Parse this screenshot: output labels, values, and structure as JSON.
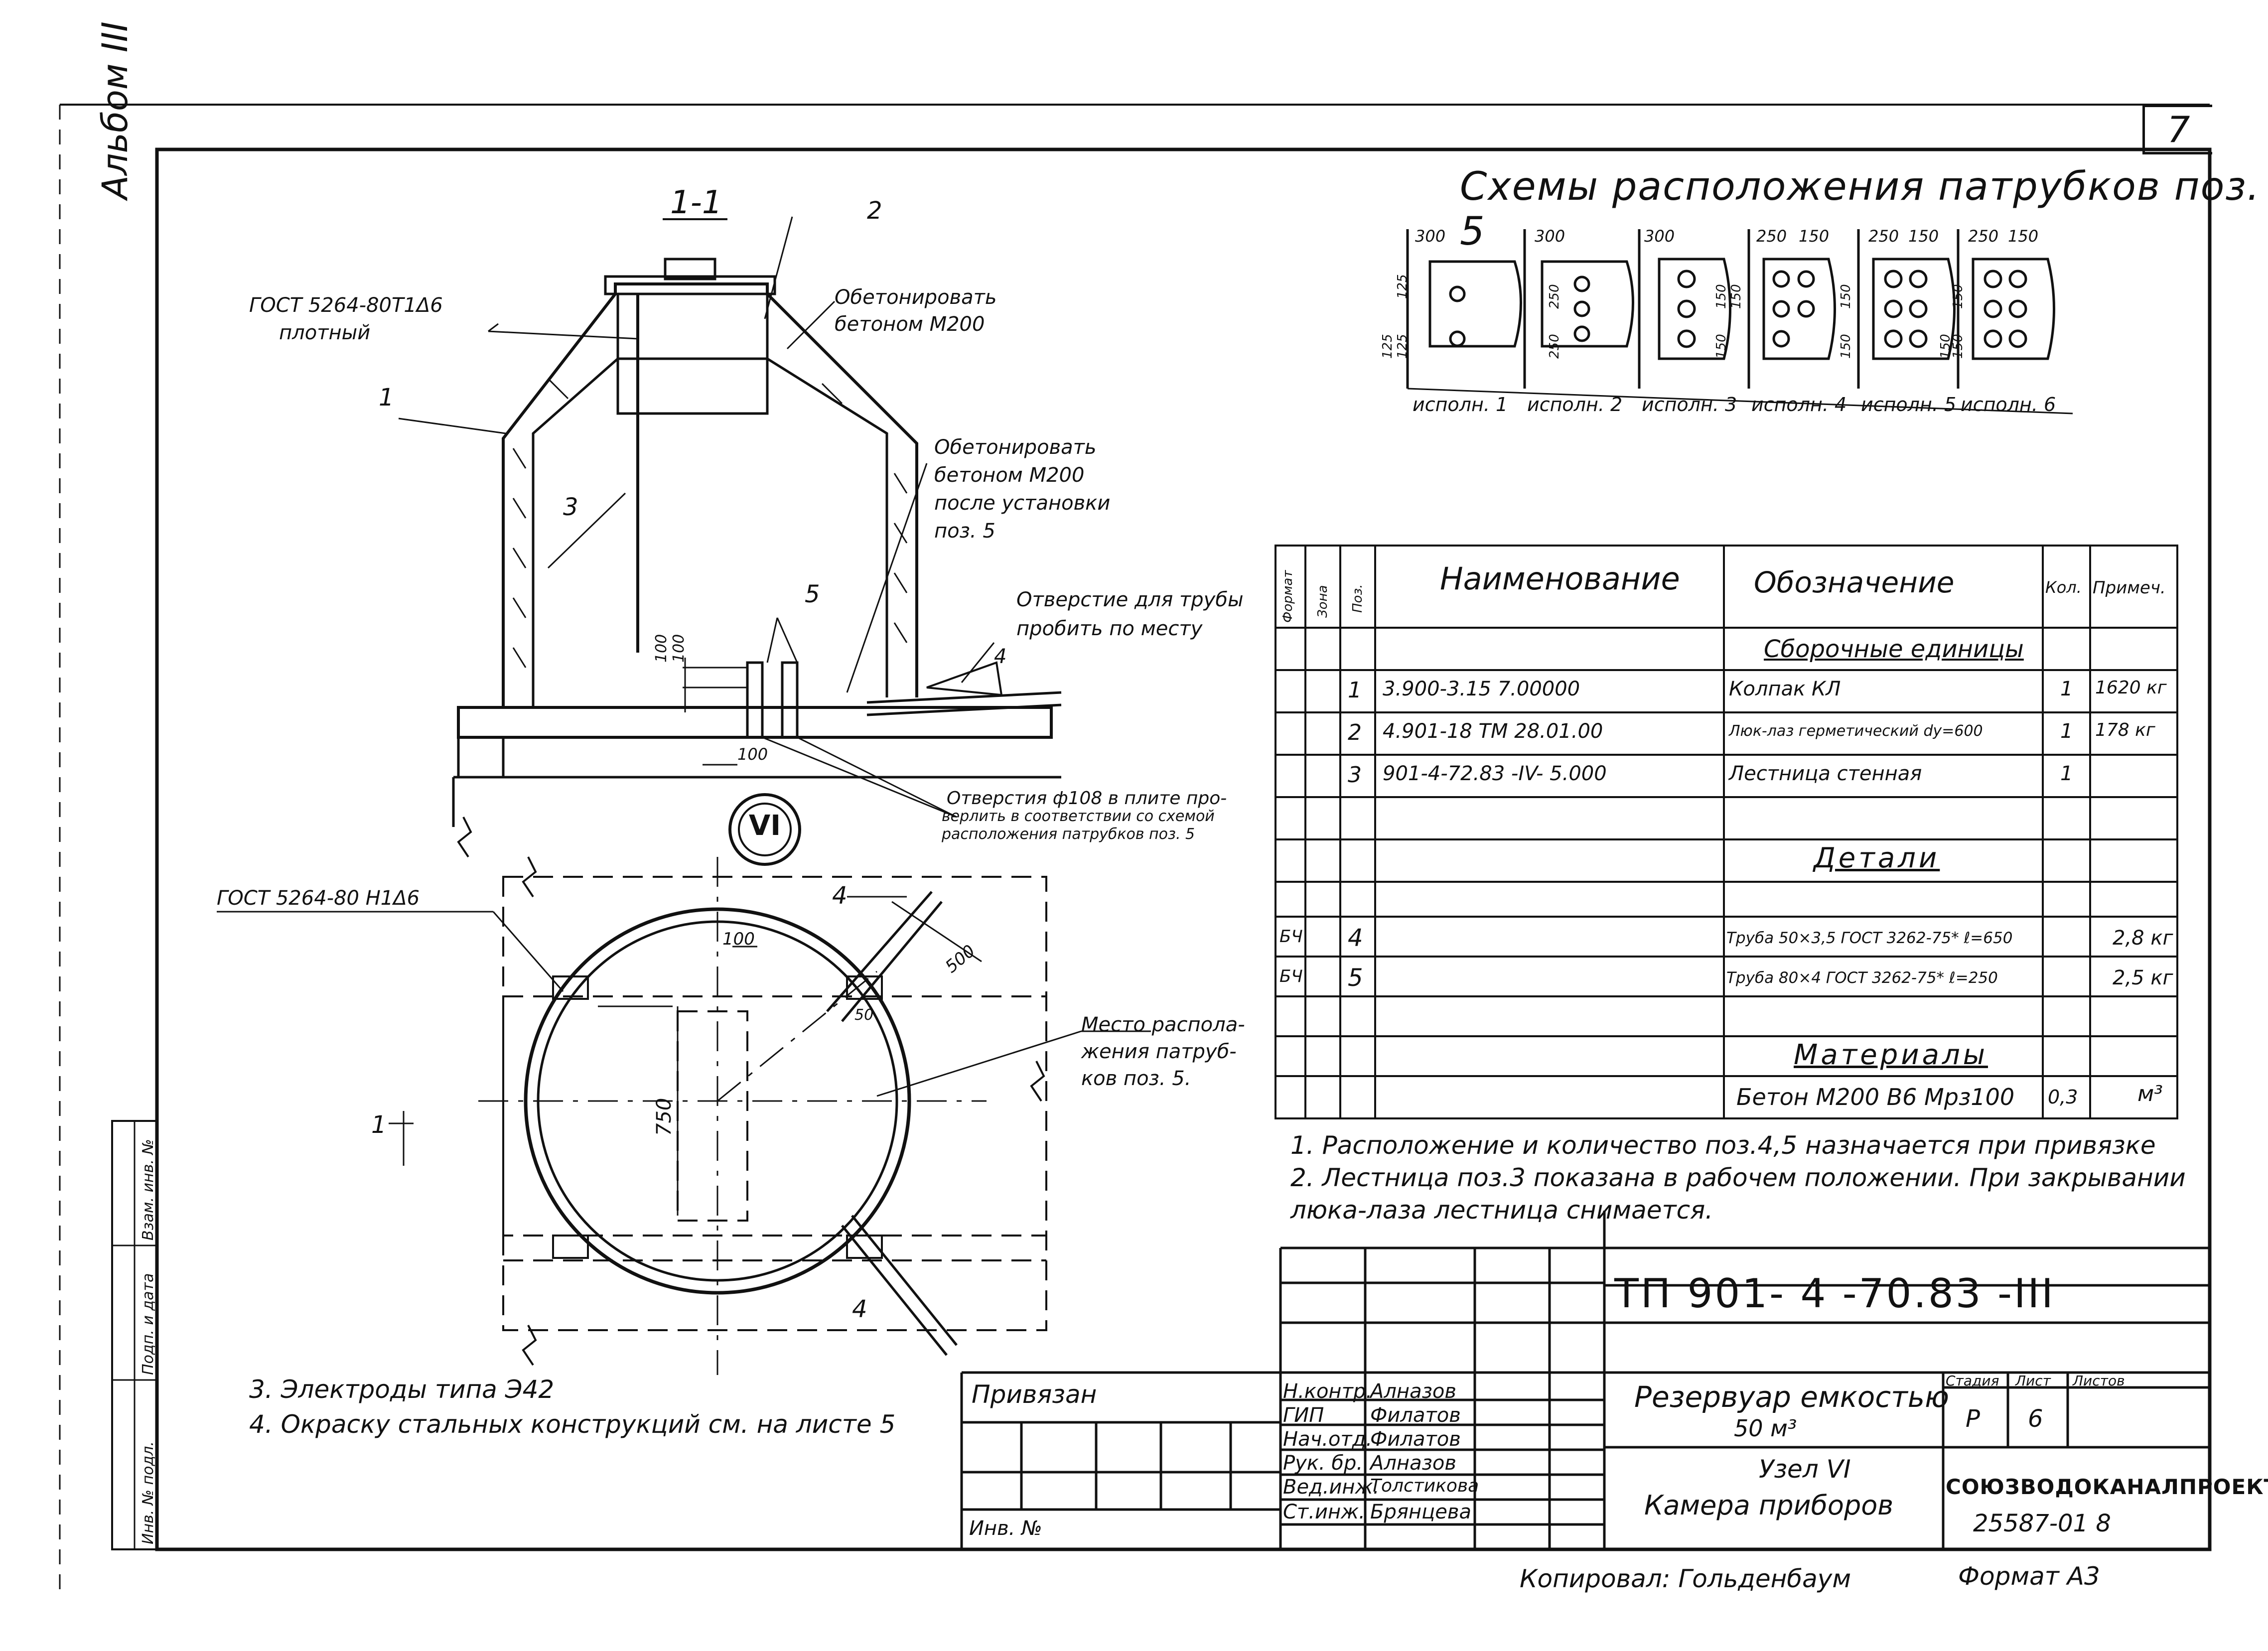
{
  "sheet_number": "7",
  "album_label": "Альбом III",
  "section": {
    "title": "1-1",
    "callouts": {
      "c1": "1",
      "c2": "2",
      "c3": "3",
      "c5": "5",
      "c4": "4"
    },
    "gost_weld_1": "ГОСТ 5264-80Т1Δ6",
    "gost_weld_1_sub": "плотный",
    "concrete_note_1": [
      "Обетонировать",
      "бетоном М200"
    ],
    "concrete_note_2": [
      "Обетонировать",
      "бетоном М200",
      "после установки",
      "поз. 5"
    ],
    "hole_note": [
      "Отверстие для трубы",
      "пробить по месту"
    ],
    "dims": {
      "d1": "100",
      "d2": "100",
      "d3": "100"
    },
    "drill_note": [
      "Отверстия ф108 в плите про-",
      "верлить в соответствии со схемой",
      "расположения патрубков поз. 5"
    ],
    "node_mark": "VI"
  },
  "plan": {
    "gost_weld_2": "ГОСТ 5264-80 Н1Δ6",
    "section_arrow": "1",
    "place_note": [
      "Место распола-",
      "жения патруб-",
      "ков поз. 5."
    ],
    "dims": {
      "d100": "100",
      "d500": "500",
      "d50": "50",
      "d750": "750"
    },
    "callout4a": "4",
    "callout4b": "4"
  },
  "schemes": {
    "title": "Схемы расположения патрубков поз. 5",
    "variants": [
      {
        "label": "исполн. 1",
        "dims": [
          "300",
          "125",
          "125",
          "125"
        ]
      },
      {
        "label": "исполн. 2",
        "dims": [
          "300",
          "250",
          "250"
        ]
      },
      {
        "label": "исполн. 3",
        "dims": [
          "300",
          "150",
          "150",
          "150"
        ]
      },
      {
        "label": "исполн. 4",
        "dims": [
          "250",
          "150",
          "150",
          "150"
        ]
      },
      {
        "label": "исполн. 5",
        "dims": [
          "250",
          "150",
          "150",
          "150",
          "150"
        ]
      },
      {
        "label": "исполн. 6",
        "dims": [
          "250",
          "150"
        ]
      }
    ]
  },
  "spec": {
    "headers": {
      "format": "Формат",
      "zone": "Зона",
      "pos": "Поз.",
      "name": "Наименование",
      "designation": "Обозначение",
      "qty": "Кол.",
      "note": "Примеч."
    },
    "sections": {
      "assemblies": "Сборочные единицы",
      "details": "Детали",
      "materials": "Материалы"
    },
    "rows": [
      {
        "format": "",
        "pos": "1",
        "name": "3.900-3.15  7.00000",
        "designation": "Колпак КЛ",
        "qty": "1",
        "note": "1620 кг"
      },
      {
        "format": "",
        "pos": "2",
        "name": "4.901-18      ТМ 28.01.00",
        "designation": "Люк-лаз герметический dy=600",
        "qty": "1",
        "note": "178 кг"
      },
      {
        "format": "",
        "pos": "3",
        "name": "901-4-72.83 -IV- 5.000",
        "designation": "Лестница  стенная",
        "qty": "1",
        "note": ""
      },
      {
        "format": "БЧ",
        "pos": "4",
        "name": "",
        "designation": "Труба 50×3,5 ГОСТ 3262-75* ℓ=650",
        "qty": "",
        "note": "2,8 кг"
      },
      {
        "format": "БЧ",
        "pos": "5",
        "name": "",
        "designation": "Труба 80×4 ГОСТ 3262-75* ℓ=250",
        "qty": "",
        "note": "2,5 кг"
      },
      {
        "format": "",
        "pos": "",
        "name": "",
        "designation": "Бетон М200 В6 Мрз100",
        "qty": "0,3",
        "note": "м³"
      }
    ]
  },
  "notes_right": [
    "1. Расположение и количество  поз.4,5 назначается при привязке",
    "2. Лестница поз.3 показана в  рабочем положении. При закрывании",
    "    люка-лаза  лестница   снимается."
  ],
  "notes_left": [
    "3. Электроды  типа Э42",
    "4. Окраску стальных конструкций см. на листе 5"
  ],
  "title_block": {
    "code": "ТП 901- 4 -70.83  -III",
    "bound": "Привязан",
    "inv": "Инв. №",
    "roles": [
      "Н.контр.",
      "ГИП",
      "Нач.отд.",
      "Рук. бр.",
      "Вед.инж.",
      "Ст.инж."
    ],
    "names": [
      "Алназов",
      "Филатов",
      "Филатов",
      "Алназов",
      "Толстикова",
      "Брянцева"
    ],
    "title_line1": "Резервуар емкостью",
    "title_line2": "50 м³",
    "sub_line1": "Узел VI",
    "sub_line2": "Камера   приборов",
    "stage_h": "Стадия",
    "sheet_h": "Лист",
    "sheets_h": "Листов",
    "stage": "Р",
    "sheet": "6",
    "sheets": "",
    "org": "СОЮЗВОДОКАНАЛПРОЕКТ"
  },
  "footer": {
    "stamp": "25587-01   8",
    "copied": "Копировал: Гольденбаум",
    "format": "Формат А3"
  },
  "side_strip": {
    "inv_swap": "Взам. инв. №",
    "sign_date": "Подп. и дата",
    "inv_orig": "Инв. № подл."
  }
}
